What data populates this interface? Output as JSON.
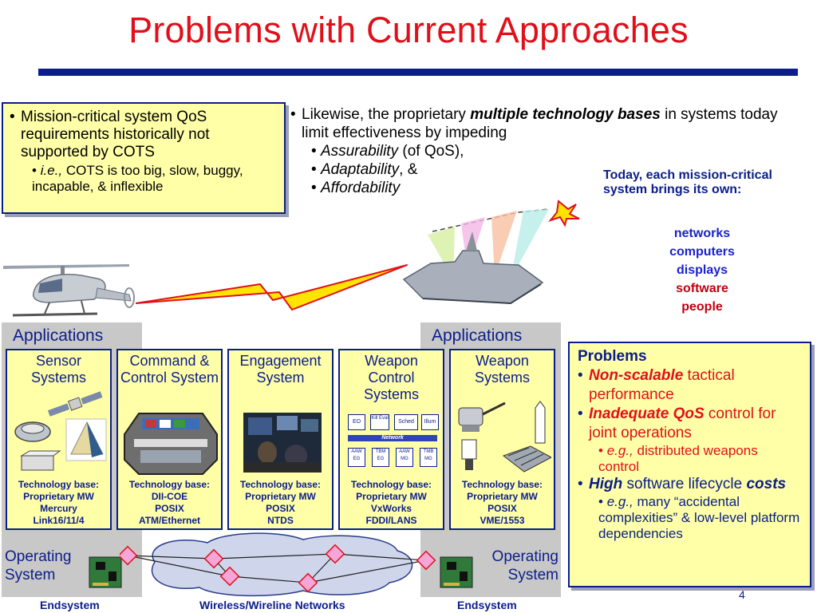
{
  "title": "Problems with Current Approaches",
  "left_box": {
    "bullet1": "Mission-critical system QoS requirements historically not supported by COTS",
    "sub_lead": "i.e.,",
    "sub_text": "COTS is too big, slow, buggy, incapable, & inflexible"
  },
  "middle": {
    "line_a": "Likewise, the proprietary",
    "line_emph": "multiple technology bases",
    "line_b": "in systems today limit effectiveness by impeding",
    "item1_em": "Assurability",
    "item1_rest": " (of QoS),",
    "item2_em": "Adaptability",
    "item2_rest": ", &",
    "item3_em": "Affordability"
  },
  "today": {
    "heading": "Today, each mission-critical system brings its own:",
    "items": [
      "networks",
      "computers",
      "displays",
      "software",
      "people"
    ]
  },
  "applications_label": "Applications",
  "columns": [
    {
      "title": "Sensor Systems",
      "tech": [
        "Technology base:",
        "Proprietary MW",
        "Mercury",
        "Link16/11/4"
      ]
    },
    {
      "title": "Command & Control System",
      "tech": [
        "Technology base:",
        "DII-COE",
        "POSIX",
        "ATM/Ethernet"
      ]
    },
    {
      "title": "Engagement System",
      "tech": [
        "Technology base:",
        "Proprietary MW",
        "POSIX",
        "NTDS"
      ]
    },
    {
      "title": "Weapon Control Systems",
      "tech": [
        "Technology base:",
        "Proprietary MW",
        "VxWorks",
        "FDDI/LANS"
      ]
    },
    {
      "title": "Weapon Systems",
      "tech": [
        "Technology base:",
        "Proprietary MW",
        "POSIX",
        "VME/1553"
      ]
    }
  ],
  "wcs_diagram": {
    "top": [
      "EO",
      "Kill Eval",
      "Sched",
      "Illum"
    ],
    "network": "Network",
    "bottom": [
      "AAW EG",
      "TBM EG",
      "AAW MG",
      "TMB MG"
    ]
  },
  "problems": {
    "heading": "Problems",
    "p1_em": "Non-scalable",
    "p1_rest": " tactical performance",
    "p2_em": "Inadequate QoS",
    "p2_rest": " control for joint operations",
    "p2_sub_em": "e.g.,",
    "p2_sub_rest": " distributed weapons control",
    "p3_em": "High",
    "p3_rest": " software lifecycle",
    "p3_em2": "costs",
    "p3_sub_em": "e.g.,",
    "p3_sub_rest": " many “accidental complexities” & low-level platform dependencies"
  },
  "operating_system": "Operating System",
  "bottom_labels": {
    "left": "Endsystem",
    "middle": "Wireless/Wireline Networks",
    "right": "Endsystem"
  },
  "page_number": "4",
  "colors": {
    "title_red": "#e0101a",
    "navy": "#0b1d8a",
    "panel_yellow": "#ffffa8"
  }
}
